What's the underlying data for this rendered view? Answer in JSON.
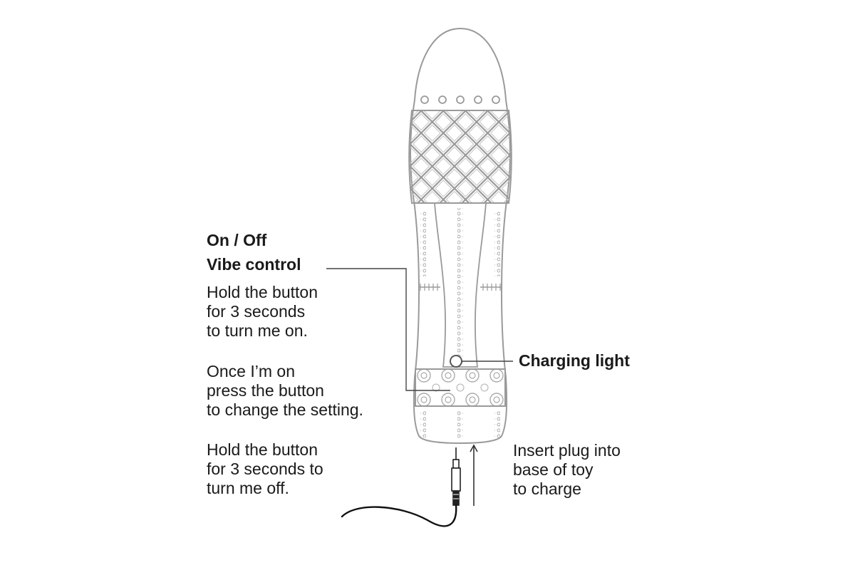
{
  "labels": {
    "on_off": "On / Off",
    "vibe_control": "Vibe control",
    "charging_light": "Charging light"
  },
  "instructions": {
    "turn_on": [
      "Hold the button",
      "for 3 seconds",
      "to turn me on."
    ],
    "change_setting": [
      "Once I’m on",
      "press the button",
      "to change the setting."
    ],
    "turn_off": [
      "Hold the button",
      "for 3 seconds to",
      "turn me off."
    ],
    "charge": [
      "Insert plug into",
      "base of toy",
      "to charge"
    ]
  },
  "colors": {
    "outline": "#9a9a9a",
    "text": "#1a1a1a",
    "leader": "#444444",
    "cable": "#111111"
  }
}
